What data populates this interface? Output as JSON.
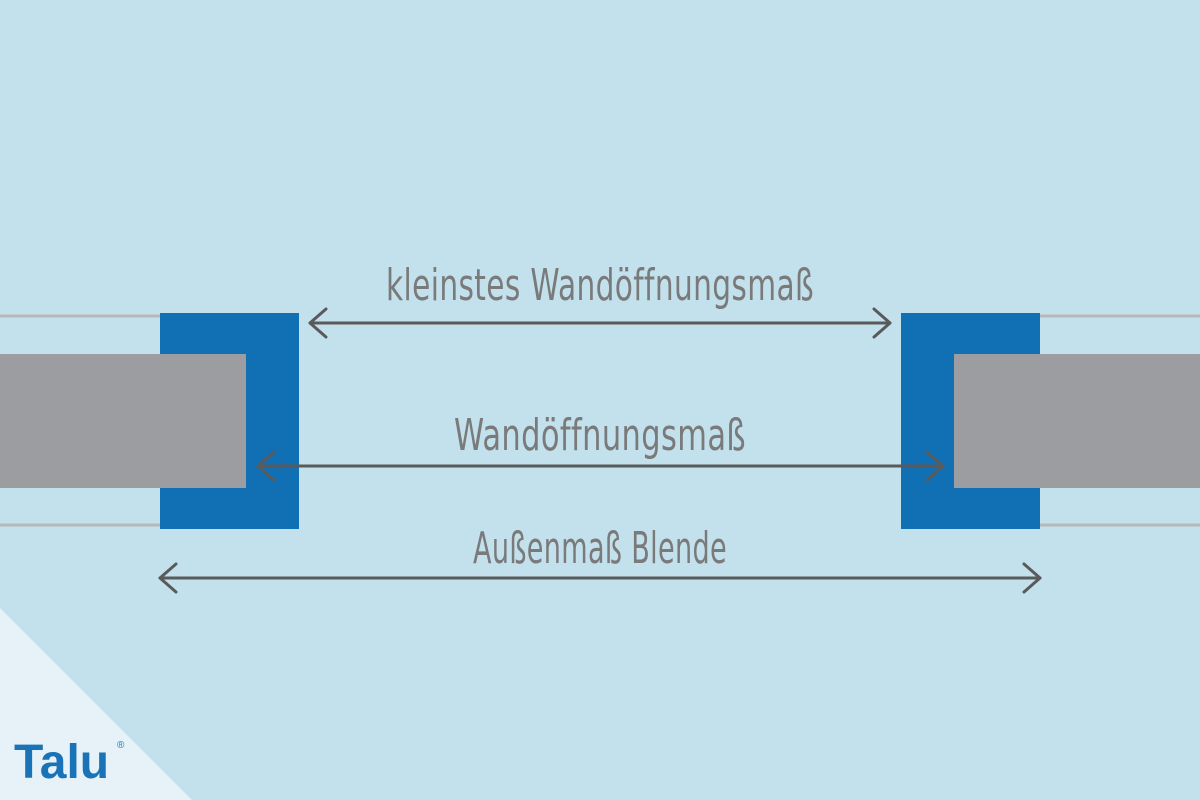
{
  "labels": {
    "smallest_opening": "kleinstes Wandöffnungsmaß",
    "wall_opening": "Wandöffnungsmaß",
    "outer_dimension": "Außenmaß Blende"
  },
  "logo": {
    "text": "Talu",
    "mark": "®"
  },
  "colors": {
    "background": "#c2e1ec",
    "frame": "#116fb3",
    "wall": "#9b9da0",
    "thin_line": "#b8b8b8",
    "arrow": "#5a5a5a",
    "label": "#7a7a7a",
    "logo": "#1a73b6",
    "corner": "#e6f2f7"
  }
}
